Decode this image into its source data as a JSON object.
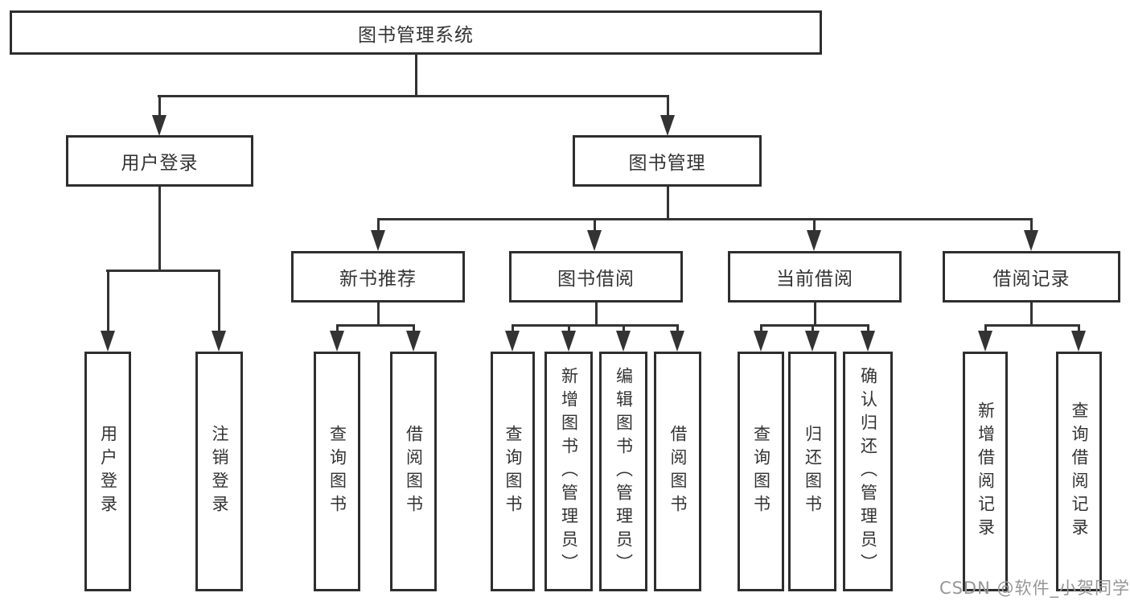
{
  "diagram_title": "图书管理系统",
  "nodes": {
    "root": {
      "label": "图书管理系统"
    },
    "level2": [
      {
        "label": "用户登录"
      },
      {
        "label": "图书管理"
      }
    ],
    "level3": [
      {
        "label": "新书推荐"
      },
      {
        "label": "图书借阅"
      },
      {
        "label": "当前借阅"
      },
      {
        "label": "借阅记录"
      }
    ],
    "leaves": {
      "user_login": [
        {
          "label": "用户登录"
        },
        {
          "label": "注销登录"
        }
      ],
      "new_book": [
        {
          "label": "查询图书"
        },
        {
          "label": "借阅图书"
        }
      ],
      "book_borrow": [
        {
          "label": "查询图书"
        },
        {
          "label": "新增图书（管理员）"
        },
        {
          "label": "编辑图书（管理员）"
        },
        {
          "label": "借阅图书"
        }
      ],
      "current_borrow": [
        {
          "label": "查询图书"
        },
        {
          "label": "归还图书"
        },
        {
          "label": "确认归还（管理员）"
        }
      ],
      "borrow_record": [
        {
          "label": "新增借阅记录"
        },
        {
          "label": "查询借阅记录"
        }
      ]
    }
  },
  "watermark": {
    "text": "CSDN @软件_小贺同学"
  },
  "colors": {
    "line": "#333333",
    "text": "#333333",
    "border": "#2e2e2e",
    "background": "#ffffff",
    "watermark": "#969696"
  }
}
